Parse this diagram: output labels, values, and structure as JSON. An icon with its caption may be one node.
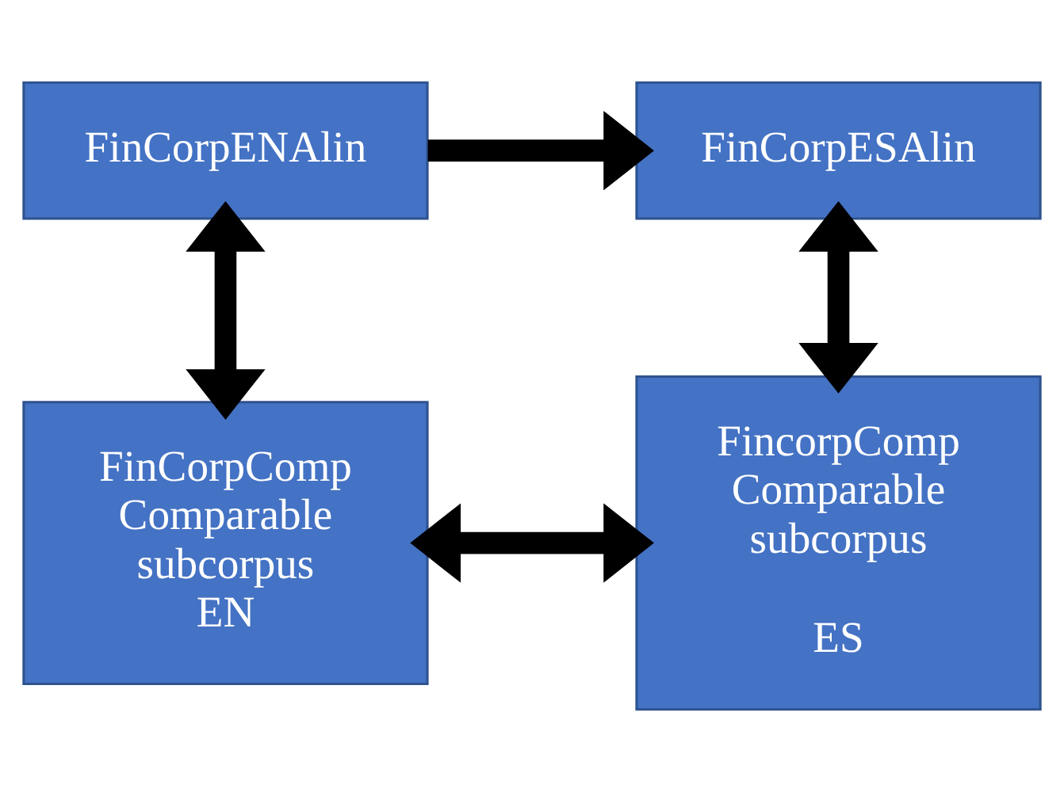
{
  "diagram": {
    "nodes": [
      {
        "text": [
          "FinCorpENAlin"
        ]
      },
      {
        "text": [
          "FinCorpESAlin"
        ]
      },
      {
        "text": [
          "FinCorpComp Comparable subcorpus EN"
        ]
      },
      {
        "text": [
          "FincorpComp Comparable subcorpus",
          "ES"
        ]
      }
    ],
    "edges": [
      {
        "from": 0,
        "to": 1,
        "arrow": "to"
      },
      {
        "from": 0,
        "to": 2,
        "arrow": "both"
      },
      {
        "from": 1,
        "to": 3,
        "arrow": "both"
      },
      {
        "from": 2,
        "to": 3,
        "arrow": "both"
      }
    ]
  }
}
